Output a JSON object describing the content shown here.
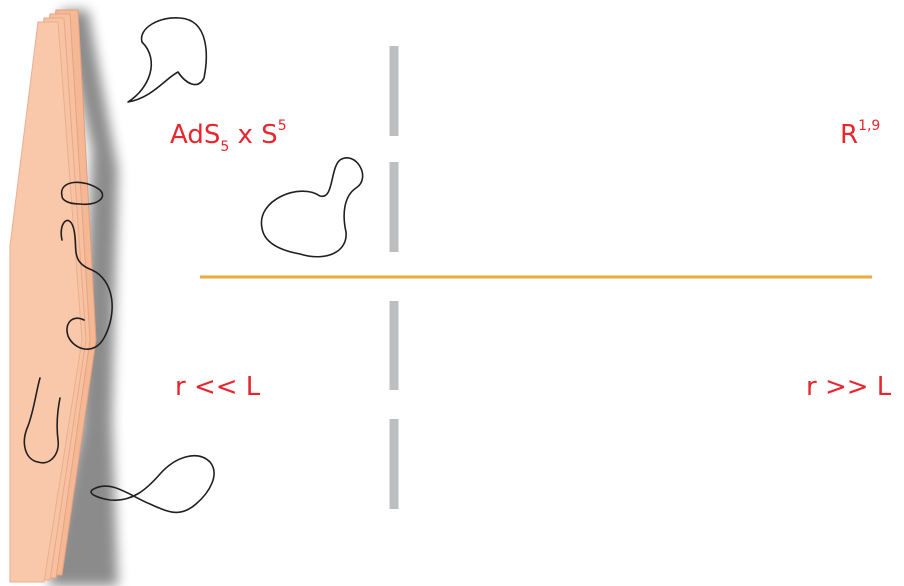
{
  "labels": {
    "near_space": {
      "base": "AdS",
      "sub": "5",
      "mid": " x S",
      "sup": "5"
    },
    "far_space": {
      "base": "R",
      "sup": "1,9"
    },
    "near_region": "r << L",
    "far_region": "r >> L"
  },
  "colors": {
    "label": "#e8262d",
    "brane": "#f8c3a3",
    "brane_edge": "#e9a98a",
    "horizontal_line": "#f2a93b",
    "dashed_line": "#bcbec0",
    "string_loop": "#231f20"
  }
}
